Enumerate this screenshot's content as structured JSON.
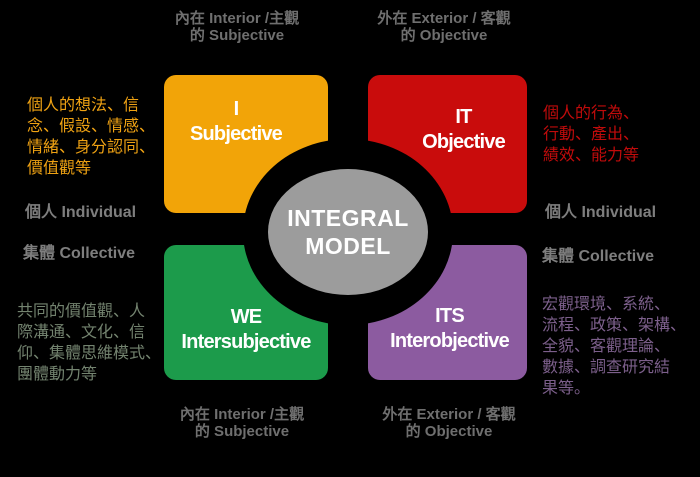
{
  "colors": {
    "background": "#000000",
    "axis_gray": "#6F6F6F",
    "side_gray": "#7E7E7E"
  },
  "axis_labels": {
    "top_left": [
      "內在 Interior /主觀",
      "的 Subjective"
    ],
    "top_right": [
      "外在 Exterior / 客觀",
      "的 Objective"
    ],
    "bottom_left": [
      "內在 Interior /主觀",
      "的 Subjective"
    ],
    "bottom_right": [
      "外在 Exterior / 客觀",
      "的 Objective"
    ]
  },
  "side_labels": {
    "left_individual": "個人 Individual",
    "left_collective": "集體 Collective",
    "right_individual": "個人 Individual",
    "right_collective": "集體 Collective"
  },
  "quadrants": {
    "upper_left": {
      "pronoun": "I",
      "name": "Subjective",
      "color": "#F2A408",
      "note": "個人的想法、信\n念、假設、情感、\n情緒、身分認同、\n價值觀等",
      "note_color": "#EFA213"
    },
    "upper_right": {
      "pronoun": "IT",
      "name": "Objective",
      "color": "#C90C0C",
      "note": "個人的行為、\n行動、產出、\n績效、能力等",
      "note_color": "#C00B0B"
    },
    "lower_left": {
      "pronoun": "WE",
      "name": "Intersubjective",
      "color": "#1C9B4B",
      "note": "共同的價值觀、人\n際溝通、文化、信\n仰、集體思維模式、\n團體動力等",
      "note_color": "#73836F"
    },
    "lower_right": {
      "pronoun": "ITS",
      "name": "Interobjective",
      "color": "#8C5BA0",
      "note": "宏觀環境、系統、\n流程、政策、架構、\n全貌、客觀理論、\n數據、調查研究結\n果等。",
      "note_color": "#7C5F8B"
    }
  },
  "center": {
    "title_line1": "INTEGRAL",
    "title_line2": "MODEL",
    "circle_color": "#9C9C9C",
    "ring_color": "#000000",
    "text_color": "#FFFFFF"
  }
}
